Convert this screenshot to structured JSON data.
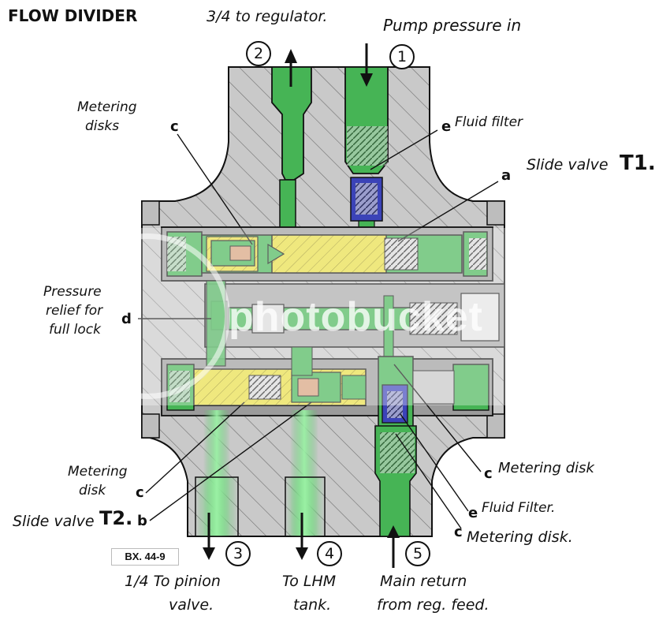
{
  "title": "FLOW DIVIDER",
  "figure_id": "BX. 44-9",
  "watermark": "photobucket",
  "ports": [
    {
      "number": "2",
      "label": "3/4 to regulator."
    },
    {
      "number": "1",
      "label": "Pump pressure in"
    },
    {
      "number": "3",
      "label_line1": "1/4 To pinion",
      "label_line2": "valve."
    },
    {
      "number": "4",
      "label_line1": "To LHM",
      "label_line2": "tank."
    },
    {
      "number": "5",
      "label_line1": "Main return",
      "label_line2": "from reg. feed."
    }
  ],
  "callouts": {
    "metering_disks_top_line1": "Metering",
    "metering_disks_top_line2": "disks",
    "c_top": "c",
    "fluid_filter_top": "Fluid filter",
    "e_top": "e",
    "slide_valve_t1_label": "Slide valve",
    "slide_valve_t1_id": "T1.",
    "a": "a",
    "pressure_relief_line1": "Pressure",
    "pressure_relief_line2": "relief for",
    "pressure_relief_line3": "full lock",
    "d": "d",
    "metering_disk_right": "Metering disk",
    "c_right": "c",
    "fluid_filter_right": "Fluid Filter.",
    "e_right": "e",
    "metering_disk_right2": "Metering disk.",
    "c_right2": "c",
    "metering_disk_left_line1": "Metering",
    "metering_disk_left_line2": "disk",
    "c_left": "c",
    "slide_valve_t2_label": "Slide valve",
    "slide_valve_t2_id": "T2.",
    "b": "b"
  },
  "colors": {
    "body": "#c8c8c8",
    "hatch": "#7a7a7a",
    "fluid": "#4fbf5f",
    "slide_valve": "#e7dc3e",
    "filter": "#3b43b8"
  }
}
